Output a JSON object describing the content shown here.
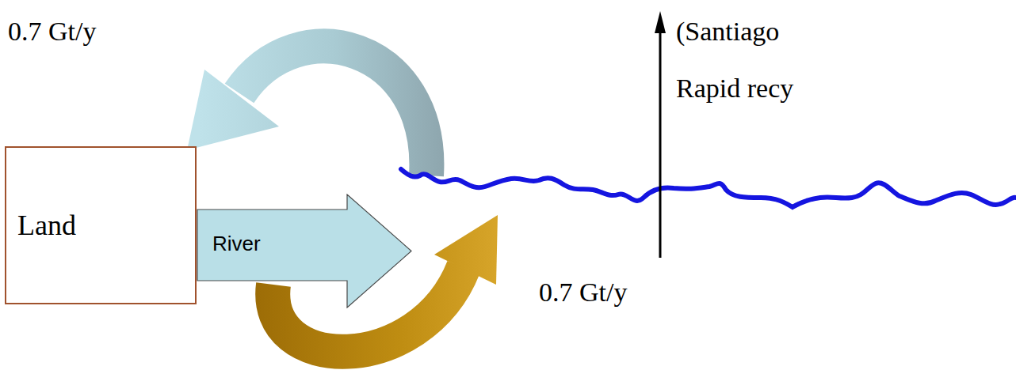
{
  "diagram": {
    "nodes": [
      {
        "text": [
          "Land"
        ]
      },
      {
        "text": [
          "River"
        ]
      }
    ],
    "labels": [
      "0.7 Gt/y",
      "0.7 Gt/y",
      "(Santiago",
      "Rapid recy"
    ]
  }
}
